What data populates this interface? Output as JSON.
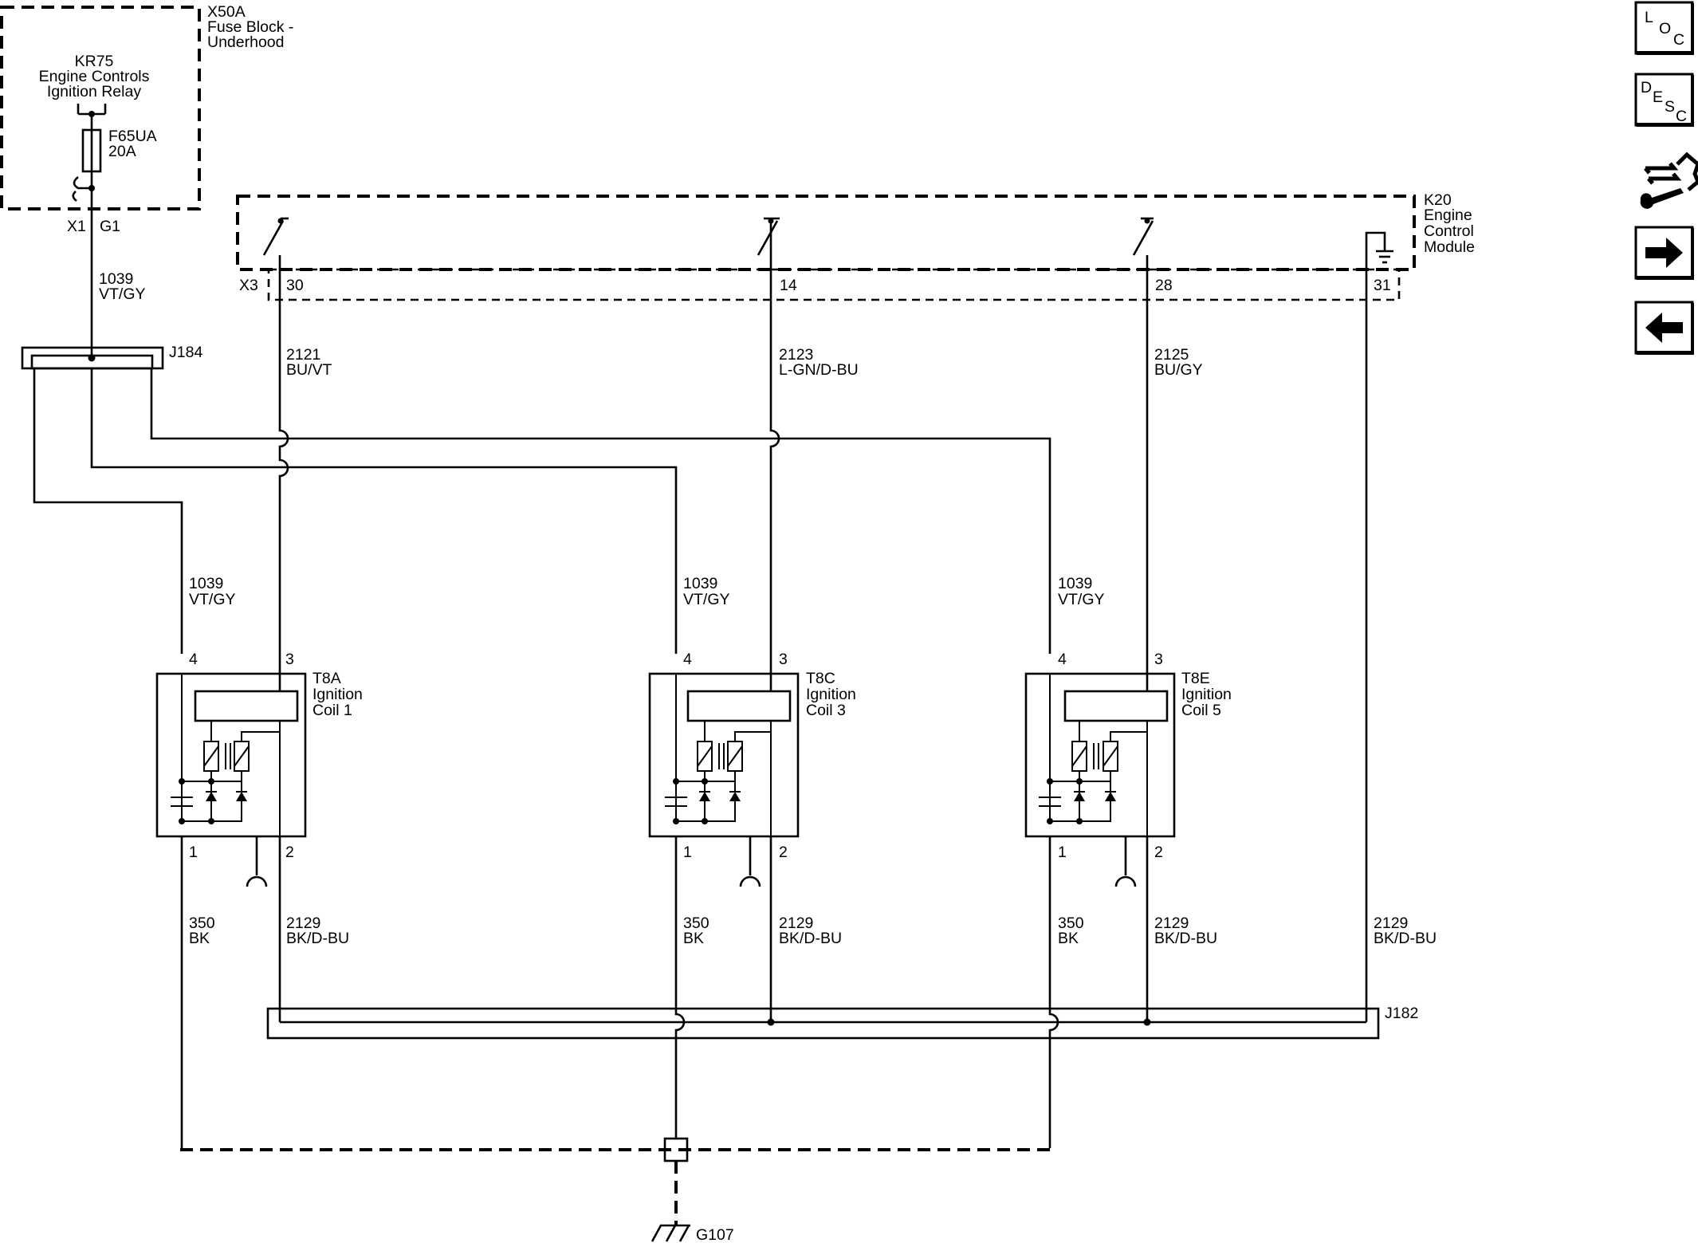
{
  "fuse_block": {
    "ref": "X50A",
    "name_line1": "Fuse Block -",
    "name_line2": "Underhood",
    "relay_ref": "KR75",
    "relay_line1": "Engine Controls",
    "relay_line2": "Ignition Relay",
    "fuse_ref": "F65UA",
    "fuse_rating": "20A",
    "connector": "X1",
    "pin": "G1"
  },
  "feed_wire": {
    "circuit": "1039",
    "color": "VT/GY"
  },
  "splices": {
    "top": "J184",
    "bottom": "J182"
  },
  "ecm": {
    "ref": "K20",
    "line1": "Engine",
    "line2": "Control",
    "line3": "Module",
    "connector": "X3",
    "pins": [
      "30",
      "14",
      "28",
      "31"
    ]
  },
  "control_wires": [
    {
      "circuit": "2121",
      "color": "BU/VT"
    },
    {
      "circuit": "2123",
      "color": "L-GN/D-BU"
    },
    {
      "circuit": "2125",
      "color": "BU/GY"
    }
  ],
  "coils": [
    {
      "ref": "T8A",
      "line1": "Ignition",
      "line2": "Coil 1",
      "pin_top_left": "4",
      "pin_top_right": "3",
      "pin_bottom_left": "1",
      "pin_bottom_right": "2",
      "feed_circuit": "1039",
      "feed_color": "VT/GY",
      "gnd_circuit": "350",
      "gnd_color": "BK",
      "low_circuit": "2129",
      "low_color": "BK/D-BU"
    },
    {
      "ref": "T8C",
      "line1": "Ignition",
      "line2": "Coil 3",
      "pin_top_left": "4",
      "pin_top_right": "3",
      "pin_bottom_left": "1",
      "pin_bottom_right": "2",
      "feed_circuit": "1039",
      "feed_color": "VT/GY",
      "gnd_circuit": "350",
      "gnd_color": "BK",
      "low_circuit": "2129",
      "low_color": "BK/D-BU"
    },
    {
      "ref": "T8E",
      "line1": "Ignition",
      "line2": "Coil 5",
      "pin_top_left": "4",
      "pin_top_right": "3",
      "pin_bottom_left": "1",
      "pin_bottom_right": "2",
      "feed_circuit": "1039",
      "feed_color": "VT/GY",
      "gnd_circuit": "350",
      "gnd_color": "BK",
      "low_circuit": "2129",
      "low_color": "BK/D-BU"
    }
  ],
  "ecm_ground_wire": {
    "circuit": "2129",
    "color": "BK/D-BU"
  },
  "ground": {
    "ref": "G107"
  },
  "nav": {
    "loc": {
      "l1": "L",
      "l2": "O",
      "l3": "C"
    },
    "desc": {
      "l1": "D",
      "l2": "E",
      "l3": "S",
      "l4": "C"
    },
    "icons": {
      "connector": "connector-wrench-icon",
      "next": "arrow-right-icon",
      "prev": "arrow-left-icon"
    }
  }
}
